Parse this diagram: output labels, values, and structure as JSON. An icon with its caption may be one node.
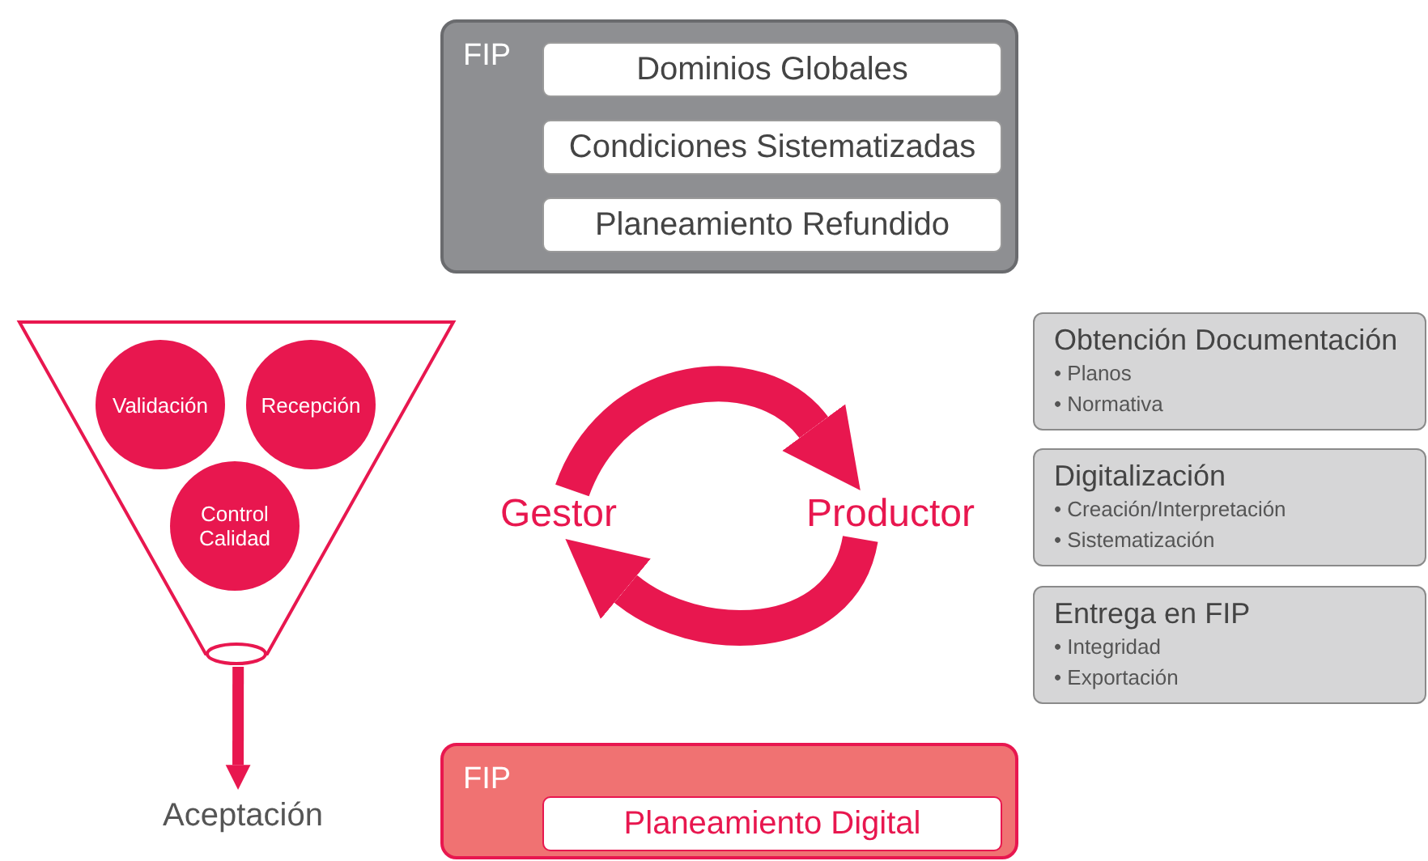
{
  "diagram": {
    "nodes": [
      {
        "text": [
          "FIP"
        ]
      },
      {
        "text": [
          "Dominios Globales"
        ],
        "in": 0
      },
      {
        "text": [
          "Condiciones Sistematizadas"
        ],
        "in": 0
      },
      {
        "text": [
          "Planeamiento Refundido"
        ],
        "in": 0
      },
      {
        "text": [],
        "shape": "funnel"
      },
      {
        "text": [
          "Validación"
        ],
        "in": 4
      },
      {
        "text": [
          "Recepción"
        ],
        "in": 4
      },
      {
        "text": [
          "Control Calidad"
        ],
        "in": 4
      },
      {
        "text": [
          "Obtención Documentación",
          "• Planos",
          "• Normativa"
        ]
      },
      {
        "text": [
          "Gestor"
        ]
      },
      {
        "text": [
          "Productor"
        ]
      },
      {
        "text": [
          "Digitalización",
          "• Creación/Interpretación",
          "• Sistematización"
        ]
      },
      {
        "text": [
          "Entrega en FIP",
          "• Integridad",
          "• Exportación"
        ]
      },
      {
        "text": [
          "Aceptación"
        ]
      },
      {
        "text": [
          "FIP"
        ]
      },
      {
        "text": [
          "Planeamiento Digital"
        ],
        "in": 14
      }
    ],
    "edges": [
      {
        "from": 9,
        "to": 10,
        "arrow": "to"
      },
      {
        "from": 10,
        "to": 9,
        "arrow": "to"
      },
      {
        "from": 4,
        "to": 13,
        "arrow": "to"
      }
    ]
  }
}
